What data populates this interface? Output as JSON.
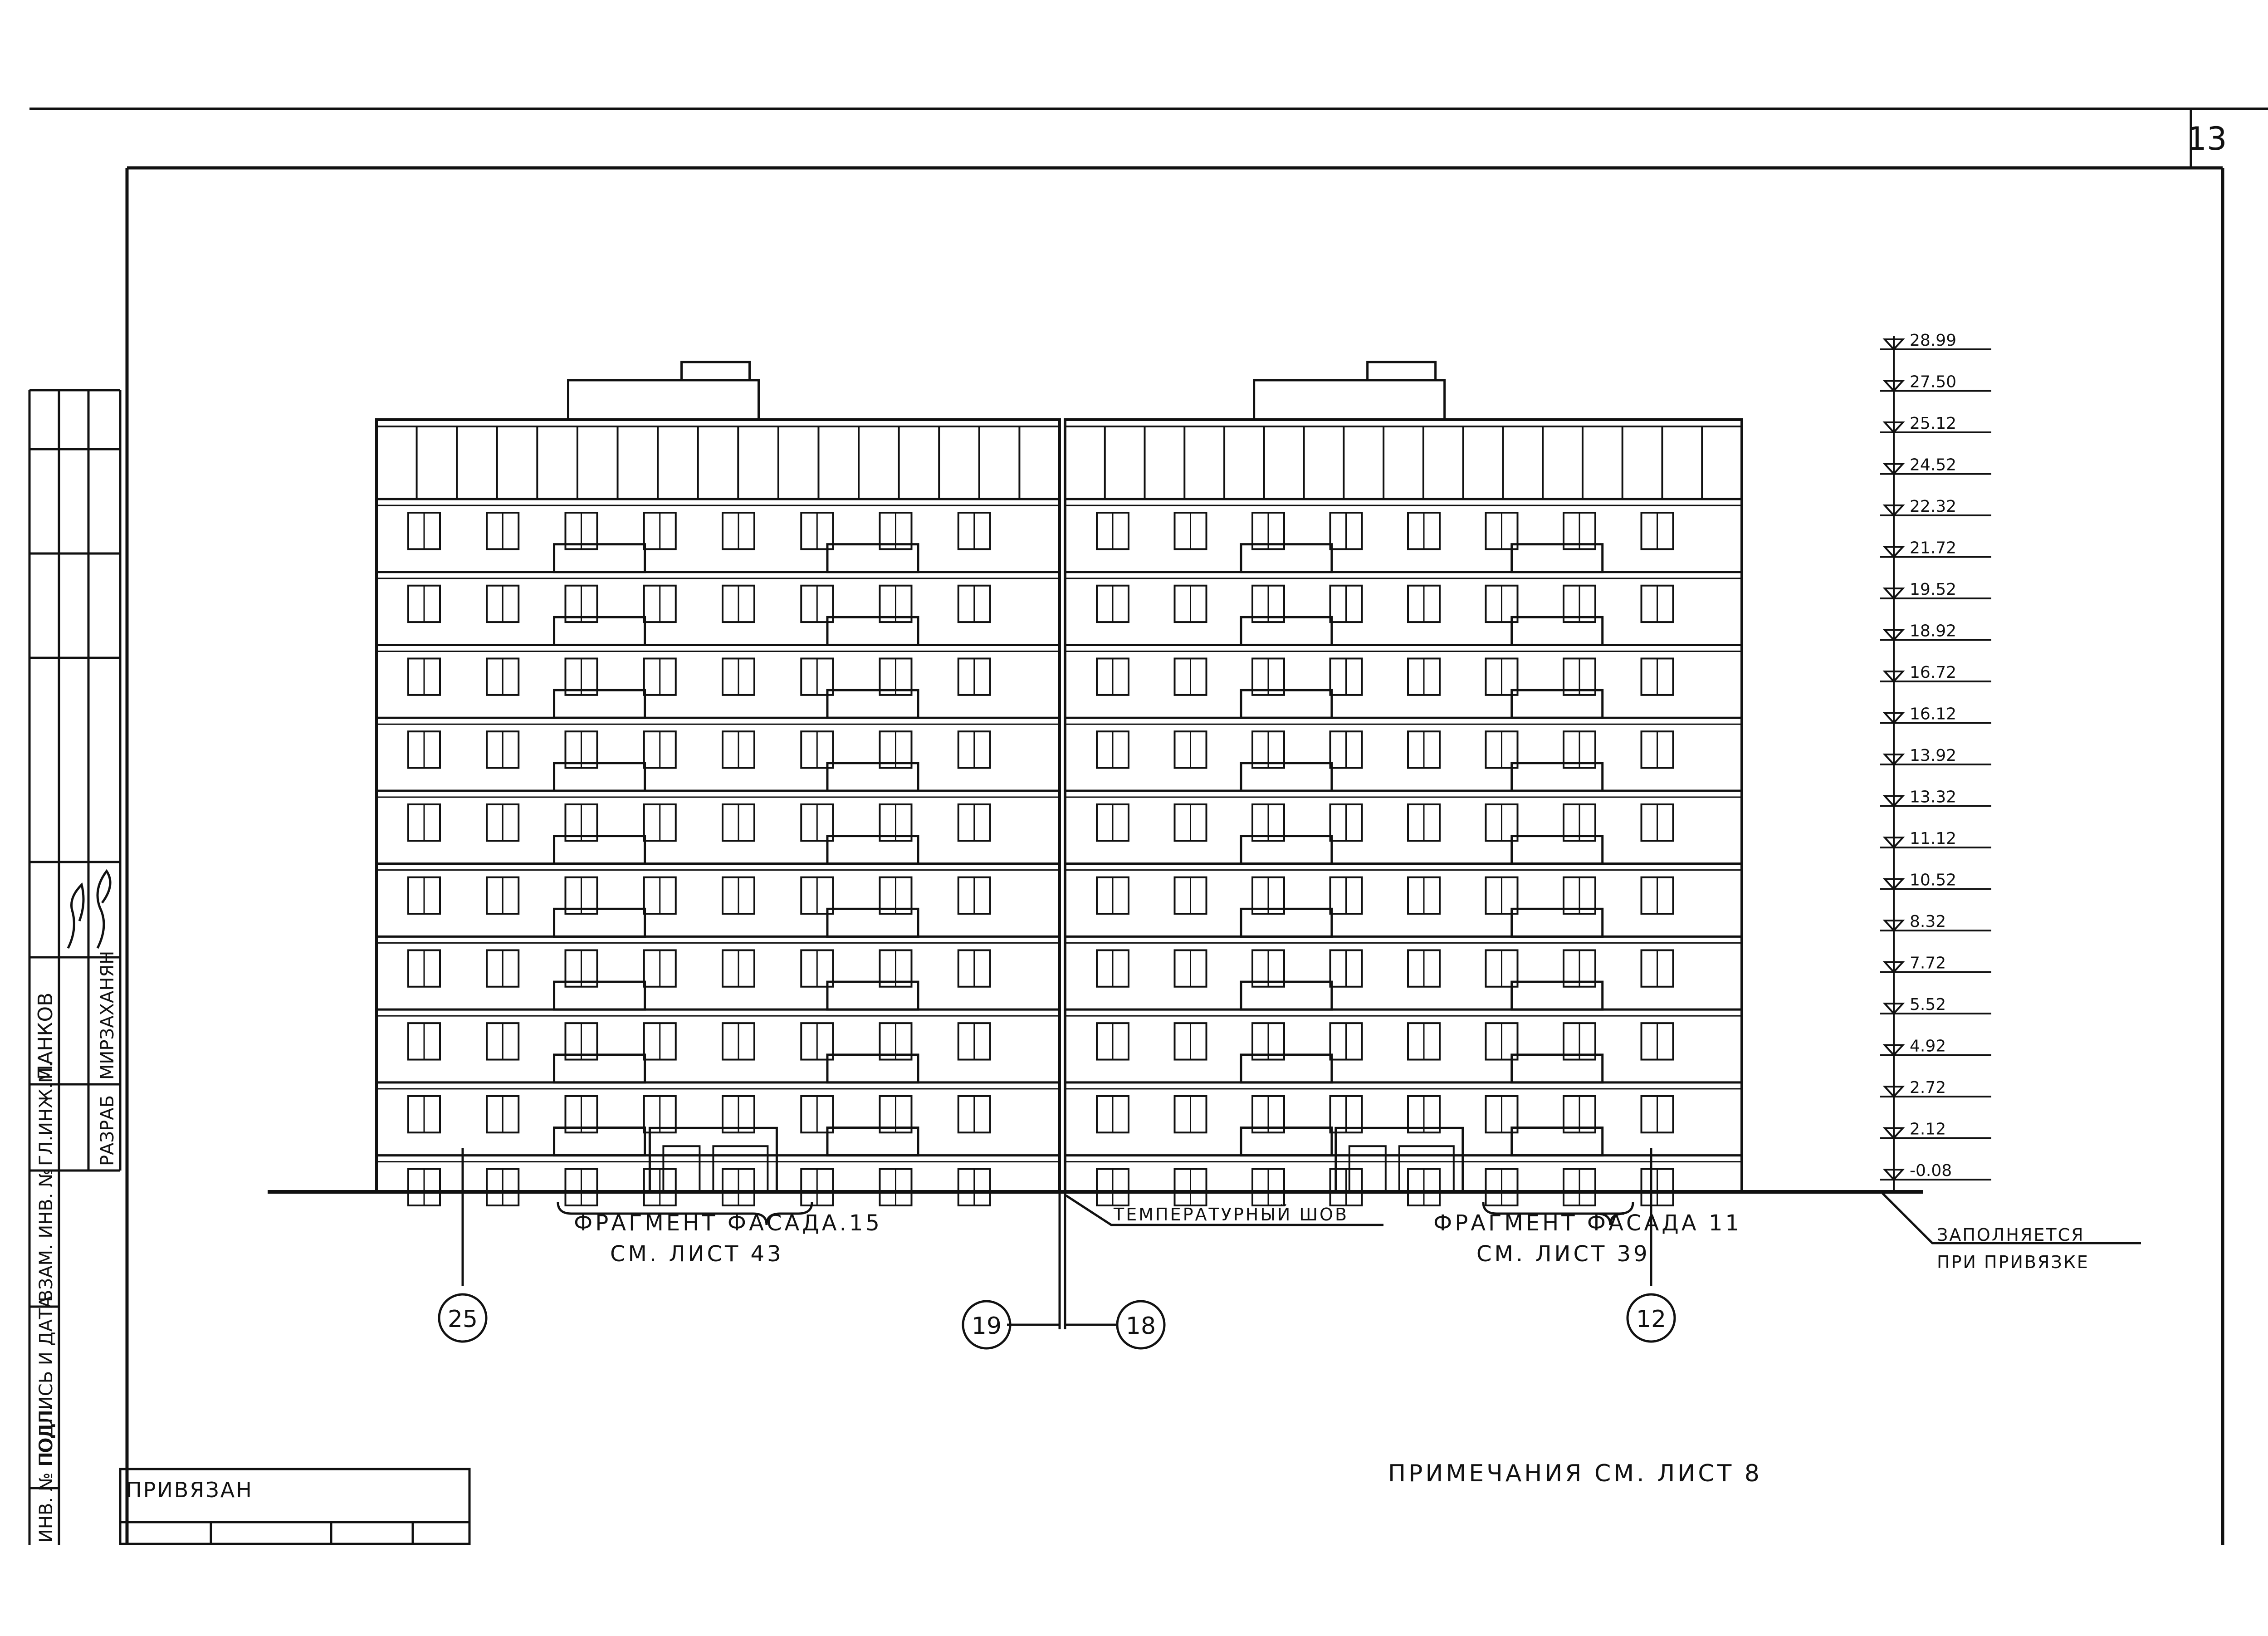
{
  "sheet_number": "13",
  "facade": {
    "floors": 10,
    "bays_per_section": 17,
    "sections": 2
  },
  "fragment_left": {
    "line1": "ФРАГМЕНТ  ФАСАДА.15",
    "line2": "СМ. ЛИСТ  43"
  },
  "fragment_right": {
    "line1": "ФРАГМЕНТ  ФАСАДА 11",
    "line2": "СМ. ЛИСТ  39"
  },
  "joint_label": "ТЕМПЕРАТУРНЫЙ  ШОВ",
  "axes": [
    "25",
    "19",
    "18",
    "12"
  ],
  "elevations": [
    "28.99",
    "27.50",
    "25.12",
    "24.52",
    "22.32",
    "21.72",
    "19.52",
    "18.92",
    "16.72",
    "16.12",
    "13.92",
    "13.32",
    "11.12",
    "10.52",
    "8.32",
    "7.72",
    "5.52",
    "4.92",
    "2.72",
    "2.12",
    "-0.08"
  ],
  "fill_note": {
    "line1": "ЗАПОЛНЯЕТСЯ",
    "line2": "ПРИ ПРИВЯЗКЕ"
  },
  "notes": "ПРИМЕЧАНИЯ    СМ. ЛИСТ  8",
  "title_block": {
    "tied": "ПРИВЯЗАН"
  },
  "side_stamp": {
    "inv": "ИНВ. № ПОДЛ.",
    "sign_date": "ПОДПИСЬ И ДАТА",
    "swap_inv": "ВЗАМ. ИНВ. №",
    "chief_eng": "ГЛ.ИНЖ.М.",
    "chief_eng_name": "ПАНКОВ",
    "developer": "РАЗРАБ",
    "developer_name": "МИРЗАХАНЯН"
  }
}
